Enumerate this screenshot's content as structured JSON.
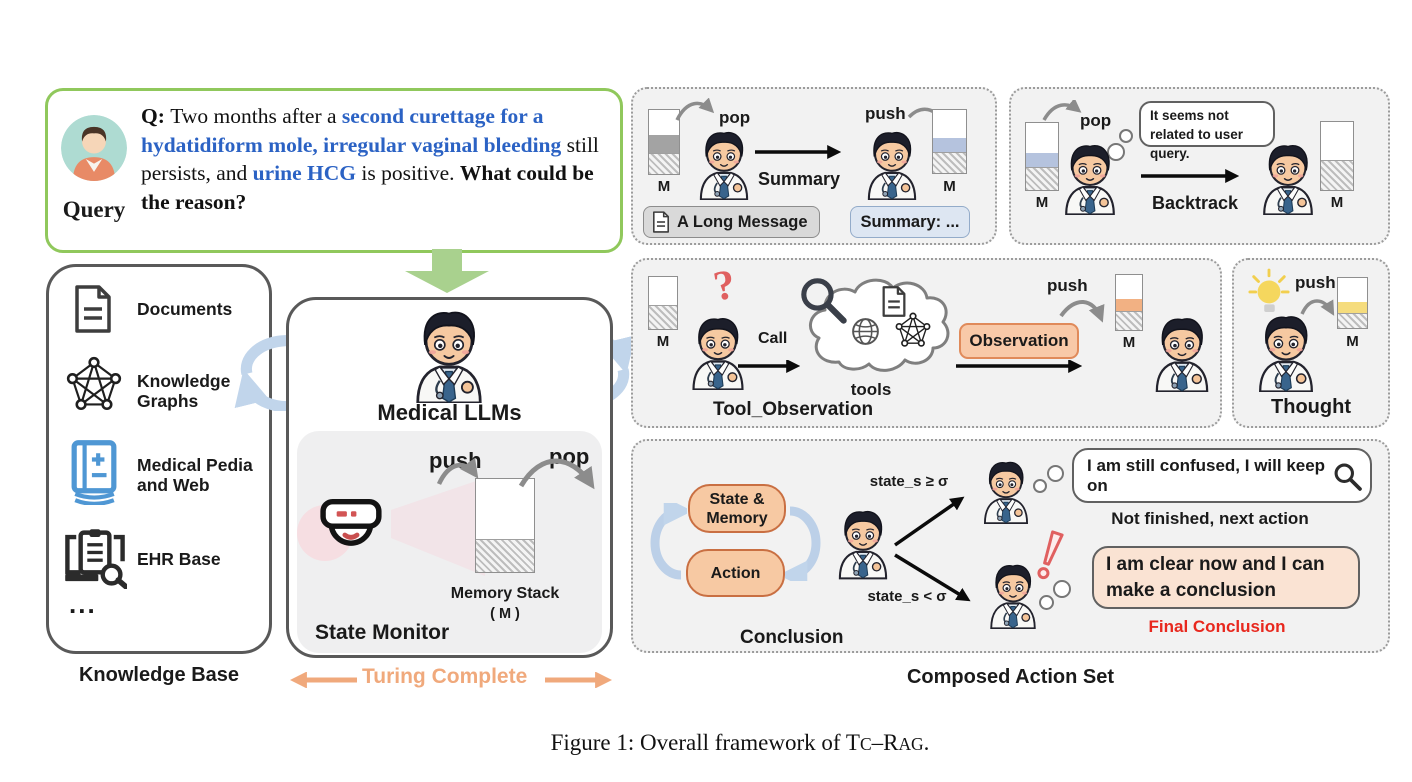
{
  "query": {
    "label": "Query",
    "segments": [
      {
        "text": "Q: ",
        "style": "bold"
      },
      {
        "text": "Two months after a ",
        "style": "normal"
      },
      {
        "text": "second curettage for a hydatidiform mole, irregular vaginal bleeding",
        "style": "blue"
      },
      {
        "text": " still persists, and ",
        "style": "normal"
      },
      {
        "text": "urine HCG",
        "style": "blue"
      },
      {
        "text": " is positive. ",
        "style": "normal"
      },
      {
        "text": "What could be the reason?",
        "style": "bold"
      }
    ]
  },
  "knowledge_base": {
    "title": "Knowledge Base",
    "items": [
      {
        "icon": "document-icon",
        "label": "Documents"
      },
      {
        "icon": "knowledge-graph-icon",
        "label": "Knowledge Graphs"
      },
      {
        "icon": "medical-book-icon",
        "label": "Medical Pedia and Web"
      },
      {
        "icon": "ehr-monitor-icon",
        "label": "EHR Base"
      }
    ],
    "more": "..."
  },
  "state_monitor": {
    "llm_label": "Medical LLMs",
    "push": "push",
    "pop": "pop",
    "stack_label": "Memory Stack",
    "stack_sub": "( M )",
    "panel_label": "State Monitor",
    "turing_complete": "Turing Complete"
  },
  "composed": {
    "title": "Composed Action Set",
    "summary": {
      "pop": "pop",
      "push": "push",
      "m_left": "M",
      "m_right": "M",
      "arrow_label": "Summary",
      "long_message": "A Long Message",
      "summary_note": "Summary: ..."
    },
    "backtrack": {
      "pop": "pop",
      "m_left": "M",
      "m_right": "M",
      "bubble": "It seems not related to user query.",
      "arrow_label": "Backtrack"
    },
    "tool_observation": {
      "m_left": "M",
      "m_right": "M",
      "call": "Call",
      "tools": "tools",
      "observation": "Observation",
      "push": "push",
      "label": "Tool_Observation"
    },
    "thought": {
      "push": "push",
      "m": "M",
      "label": "Thought"
    },
    "conclusion": {
      "state_memory": "State & Memory",
      "action": "Action",
      "cond_continue": "state_s ≥ σ",
      "cond_finish": "state_s < σ",
      "bubble_continue": "I am still confused, I will keep on",
      "caption_continue": "Not finished, next action",
      "bubble_finish": "I am clear now and I can make a conclusion",
      "caption_finish": "Final Conclusion",
      "label": "Conclusion"
    }
  },
  "caption": {
    "segments": [
      {
        "text": "Figure 1: Overall framework of ",
        "style": "normal"
      },
      {
        "text": "T",
        "style": "normal"
      },
      {
        "text": "C",
        "style": "sc"
      },
      {
        "text": "–",
        "style": "normal"
      },
      {
        "text": "R",
        "style": "normal"
      },
      {
        "text": "AG",
        "style": "sc"
      },
      {
        "text": ".",
        "style": "normal"
      }
    ]
  },
  "glyphs": {
    "question_mark": "?",
    "exclamation": "!"
  },
  "colors": {
    "query_border": "#90c85c",
    "query_blue": "#2b62c4",
    "green_arrow": "#a9d18e",
    "panel_border": "#595959",
    "action_panel_bg": "#f2f2f2",
    "cycle_blue": "#c1d5eb",
    "band_blue": "#b5c3de",
    "band_gray": "#a3a3a3",
    "band_orange": "#f2b183",
    "band_yellow": "#f5dc7d",
    "peach_fill": "#f8c9a8",
    "peach_border": "#e08a5a",
    "turing_orange": "#f0a97c",
    "final_red": "#e8281e",
    "alert_red": "#e06060"
  }
}
